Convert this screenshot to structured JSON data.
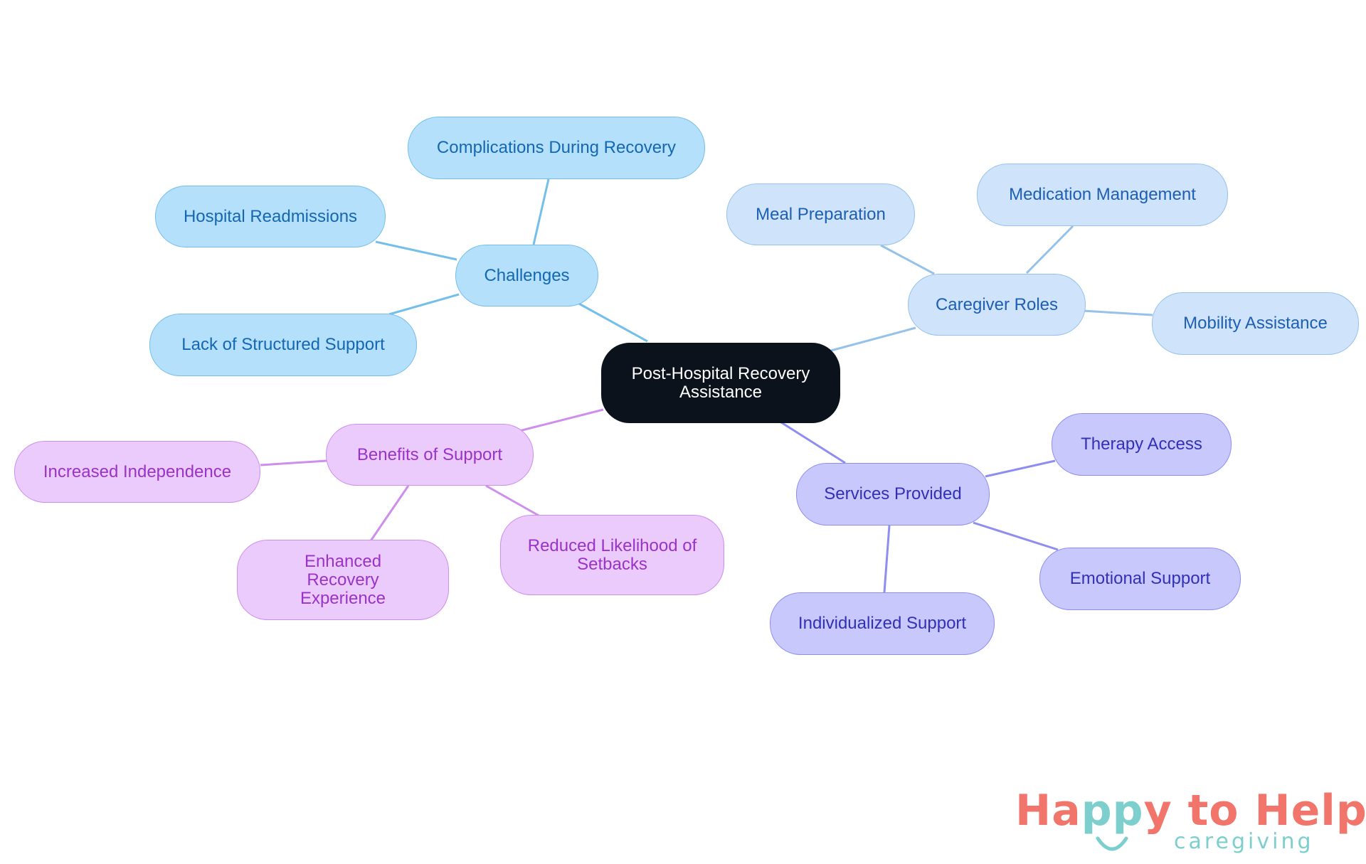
{
  "diagram": {
    "root": {
      "label": "Post-Hospital Recovery Assistance"
    },
    "branches": {
      "challenges": {
        "label": "Challenges",
        "color": "#74bfea",
        "children": {
          "complications": "Complications During Recovery",
          "readmissions": "Hospital Readmissions",
          "structured": "Lack of Structured Support"
        }
      },
      "caregiver": {
        "label": "Caregiver Roles",
        "color": "#96c2ea",
        "children": {
          "meal": "Meal Preparation",
          "medication": "Medication Management",
          "mobility": "Mobility Assistance"
        }
      },
      "services": {
        "label": "Services Provided",
        "color": "#8d8ef0",
        "children": {
          "therapy": "Therapy Access",
          "emotional": "Emotional Support",
          "individualized": "Individualized Support"
        }
      },
      "benefits": {
        "label": "Benefits of Support",
        "color": "#cd8eee",
        "children": {
          "independence": "Increased Independence",
          "enhanced": "Enhanced Recovery Experience",
          "reduced": "Reduced Likelihood of Setbacks"
        }
      }
    }
  },
  "logo": {
    "text_ha": "Ha",
    "text_pp": "pp",
    "text_rest": "y to Help",
    "tagline": "caregiving",
    "colors": {
      "coral": "#f1756a",
      "teal": "#7ccfcc"
    }
  }
}
